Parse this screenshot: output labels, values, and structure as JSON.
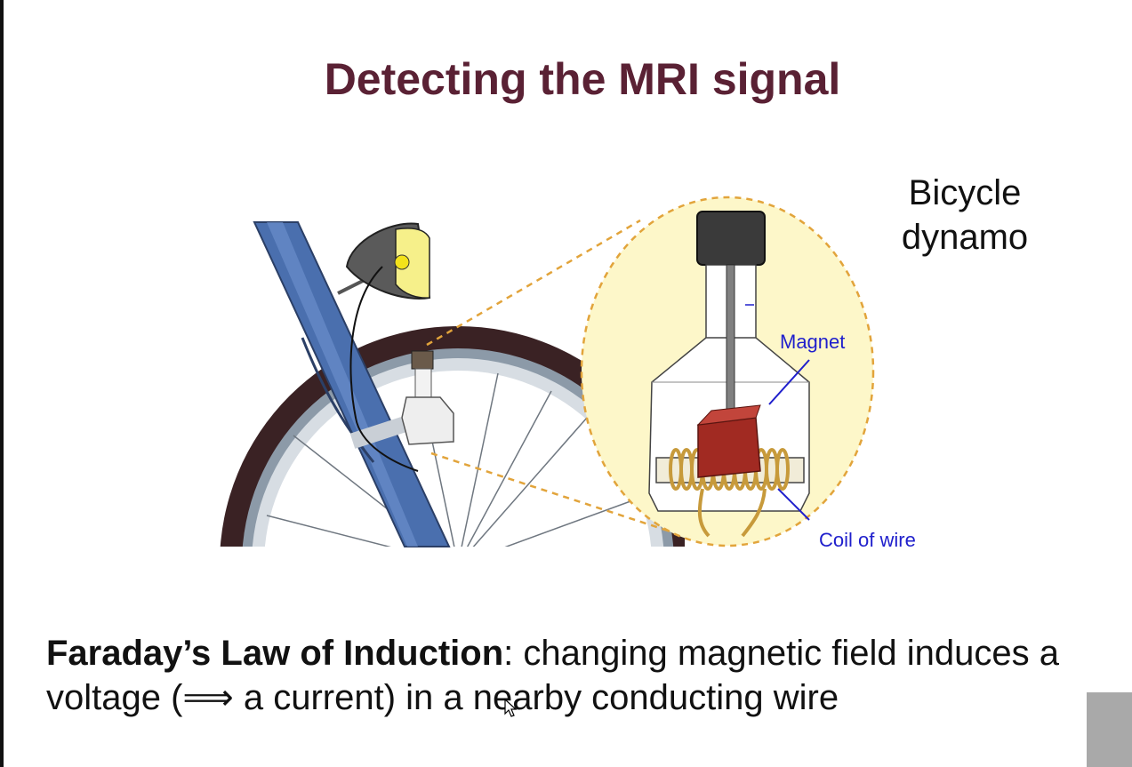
{
  "slide": {
    "title": "Detecting the MRI signal",
    "dynamo_label_line1": "Bicycle",
    "dynamo_label_line2": "dynamo",
    "magnet_label": "Magnet",
    "coil_label": "Coil of wire",
    "law_bold": "Faraday’s Law of Induction",
    "law_rest": ": changing magnetic field induces a voltage (⟹ a current) in a nearby conducting wire"
  },
  "colors": {
    "title": "#5a2134",
    "label_blue": "#1f1fcc",
    "frame_blue": "#4a6fae",
    "tyre": "#3a2224",
    "magnet_red": "#a12a22",
    "coil": "#c79a3b",
    "zoom_fill": "#fdf7c9",
    "zoom_dash": "#e2a43b"
  }
}
